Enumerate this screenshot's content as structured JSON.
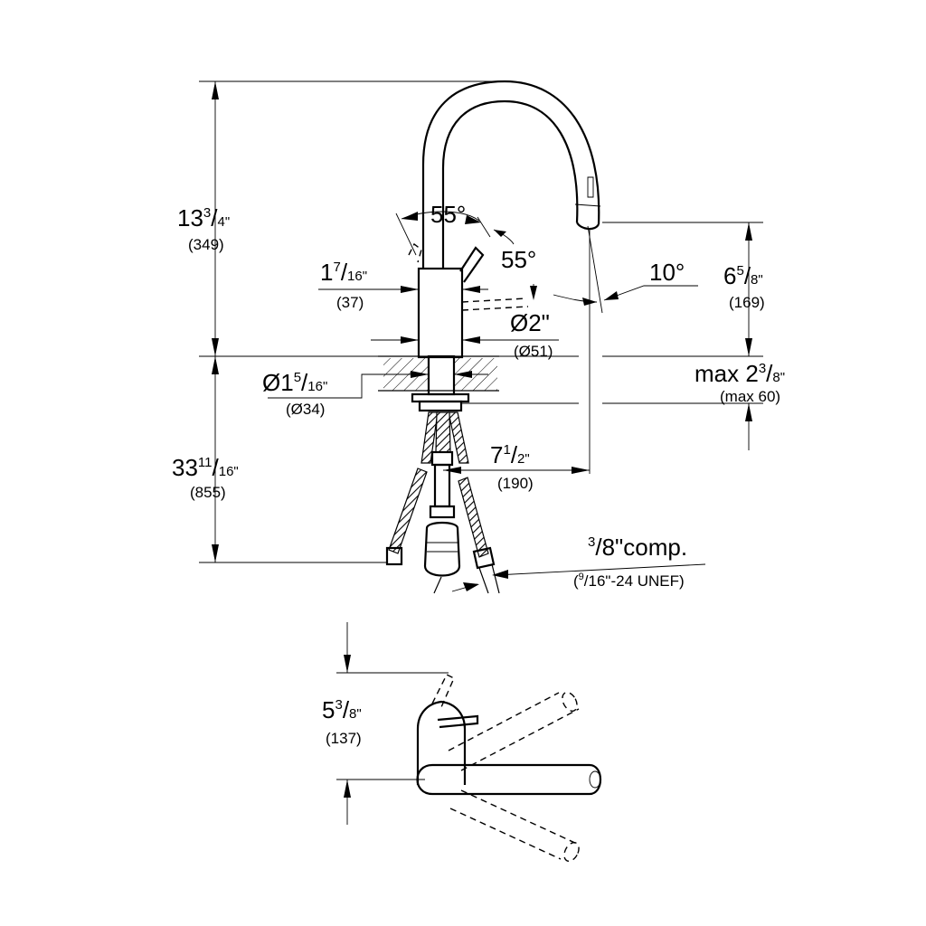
{
  "colors": {
    "line": "#000000",
    "background": "#ffffff"
  },
  "dimensions": {
    "total_height": {
      "whole": "13",
      "num": "3",
      "den": "4\"",
      "metric": "(349)"
    },
    "spout_height": {
      "whole": "6",
      "num": "5",
      "den": "8\"",
      "metric": "(169)"
    },
    "handle_rotation": "55°",
    "spray_angle": "55°",
    "spout_tilt": "10°",
    "body_clearance": {
      "whole": "1",
      "num": "7",
      "den": "16\"",
      "metric": "(37)"
    },
    "body_diameter": {
      "main": "Ø2\"",
      "metric": "(Ø51)"
    },
    "hole_diameter": {
      "whole": "Ø1",
      "num": "5",
      "den": "16\"",
      "metric": "(Ø34)"
    },
    "deck_thickness": {
      "prefix": "max 2",
      "num": "3",
      "den": "8\"",
      "metric": "(max 60)"
    },
    "spout_reach": {
      "whole": "7",
      "num": "1",
      "den": "2\"",
      "metric": "(190)"
    },
    "hose_length": {
      "whole": "33",
      "num": "11",
      "den": "16\"",
      "metric": "(855)"
    },
    "connection": {
      "num": "3",
      "suffix": "/8\"comp.",
      "open": "(",
      "sub_num": "9",
      "sub_rest": "/16\"-24 UNEF)"
    },
    "handle_clearance_top": {
      "whole": "5",
      "num": "3",
      "den": "8\"",
      "metric": "(137)"
    }
  }
}
